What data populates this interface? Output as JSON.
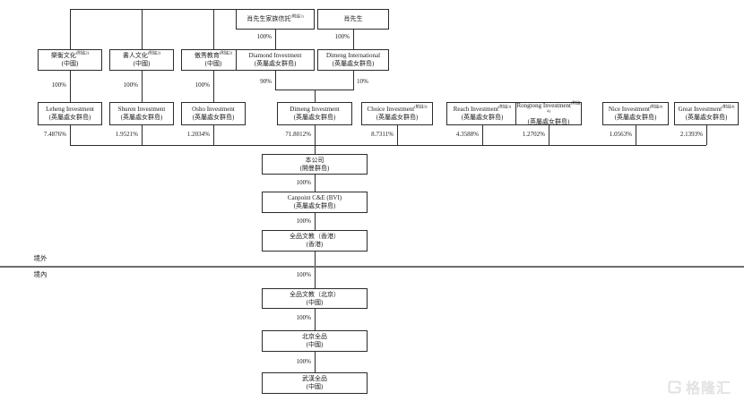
{
  "nodes": {
    "trust": {
      "l1": "肖先生家族信託",
      "note": "(附註1)"
    },
    "xiao": {
      "l1": "肖先生"
    },
    "leheng_cn": {
      "l1": "樂衡文化",
      "note": "(附註2)",
      "l2": "(中國)"
    },
    "shuren_cn": {
      "l1": "書人文化",
      "note": "(附註2)",
      "l2": "(中國)"
    },
    "aoxiu_cn": {
      "l1": "傲秀教育",
      "note": "(附註2)",
      "l2": "(中國)"
    },
    "diamond": {
      "l1": "Diamond Investment",
      "l2": "(英屬處女群島)"
    },
    "dimeng_intl": {
      "l1": "Dimeng International",
      "l2": "(英屬處女群島)"
    },
    "leheng": {
      "l1": "Leheng Investment",
      "l2": "(英屬處女群島)"
    },
    "shuren": {
      "l1": "Shuren Investment",
      "l2": "(英屬處女群島)"
    },
    "osho": {
      "l1": "Osho Investment",
      "l2": "(英屬處女群島)"
    },
    "dimeng": {
      "l1": "Dimeng Investment",
      "l2": "(英屬處女群島)"
    },
    "choice": {
      "l1": "Choice Investment",
      "note": "(附註3)",
      "l2": "(英屬處女群島)"
    },
    "reach": {
      "l1": "Reach Investment",
      "note": "(附註3)",
      "l2": "(英屬處女群島)"
    },
    "rongtong": {
      "l1": "Rongtong Investment",
      "note": "(附註4)",
      "l2": "(英屬處女群島)"
    },
    "nice": {
      "l1": "Nice Investment",
      "note": "(附註4)",
      "l2": "(英屬處女群島)"
    },
    "great": {
      "l1": "Great Investment",
      "note": "(附註4)",
      "l2": "(英屬處女群島)"
    },
    "company": {
      "l1": "本公司",
      "l2": "(開曼群島)"
    },
    "canpoint": {
      "l1": "Canpoint C&E (BVI)",
      "l2": "(英屬處女群島)"
    },
    "hk": {
      "l1": "全品文教（香港）",
      "l2": "(香港)"
    },
    "bj_wfoe": {
      "l1": "全品文教（北京）",
      "l2": "(中國)"
    },
    "bj_qp": {
      "l1": "北京全品",
      "l2": "(中國)"
    },
    "wh_qp": {
      "l1": "武漢全品",
      "l2": "(中國)"
    }
  },
  "percents": {
    "trust": "100%",
    "xiao": "100%",
    "leheng_cn": "100%",
    "shuren_cn": "100%",
    "aoxiu_cn": "100%",
    "diamond": "90%",
    "dimeng_intl": "10%",
    "leheng": "7.4876%",
    "shuren": "1.9521%",
    "osho": "1.2034%",
    "dimeng": "71.8012%",
    "choice": "8.7311%",
    "reach": "4.3588%",
    "rongtong": "1.2702%",
    "nice": "1.0563%",
    "great": "2.1393%",
    "company_canpoint": "100%",
    "canpoint_hk": "100%",
    "hk_bj": "100%",
    "bj_bjqp": "100%",
    "bjqp_whqp": "100%"
  },
  "regions": {
    "offshore": "境外",
    "onshore": "境內"
  },
  "watermark": {
    "brand": "格隆汇"
  },
  "colors": {
    "line": "#2b2b2b",
    "divider": "#6d6d6d",
    "watermark": "#e2e2e2"
  }
}
